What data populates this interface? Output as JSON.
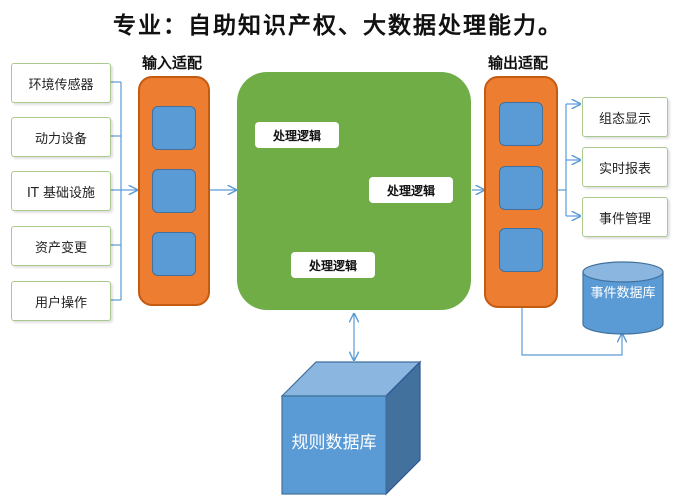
{
  "title": "专业：自助知识产权、大数据处理能力。",
  "sources": [
    "环境传感器",
    "动力设备",
    "IT 基础设施",
    "资产变更",
    "用户操作"
  ],
  "input_adapter": {
    "label": "输入适配"
  },
  "output_adapter": {
    "label": "输出适配"
  },
  "logic_blocks": [
    "处理逻辑",
    "处理逻辑",
    "处理逻辑"
  ],
  "outputs": [
    "组态显示",
    "实时报表",
    "事件管理"
  ],
  "event_db": {
    "label": "事件数据库"
  },
  "rules_db": {
    "label": "规则数据库"
  },
  "colors": {
    "adapter": "#ed7d31",
    "slot": "#5b9bd5",
    "core": "#70ad47",
    "connector": "#5b9bd5",
    "border": "#a9c98f"
  }
}
